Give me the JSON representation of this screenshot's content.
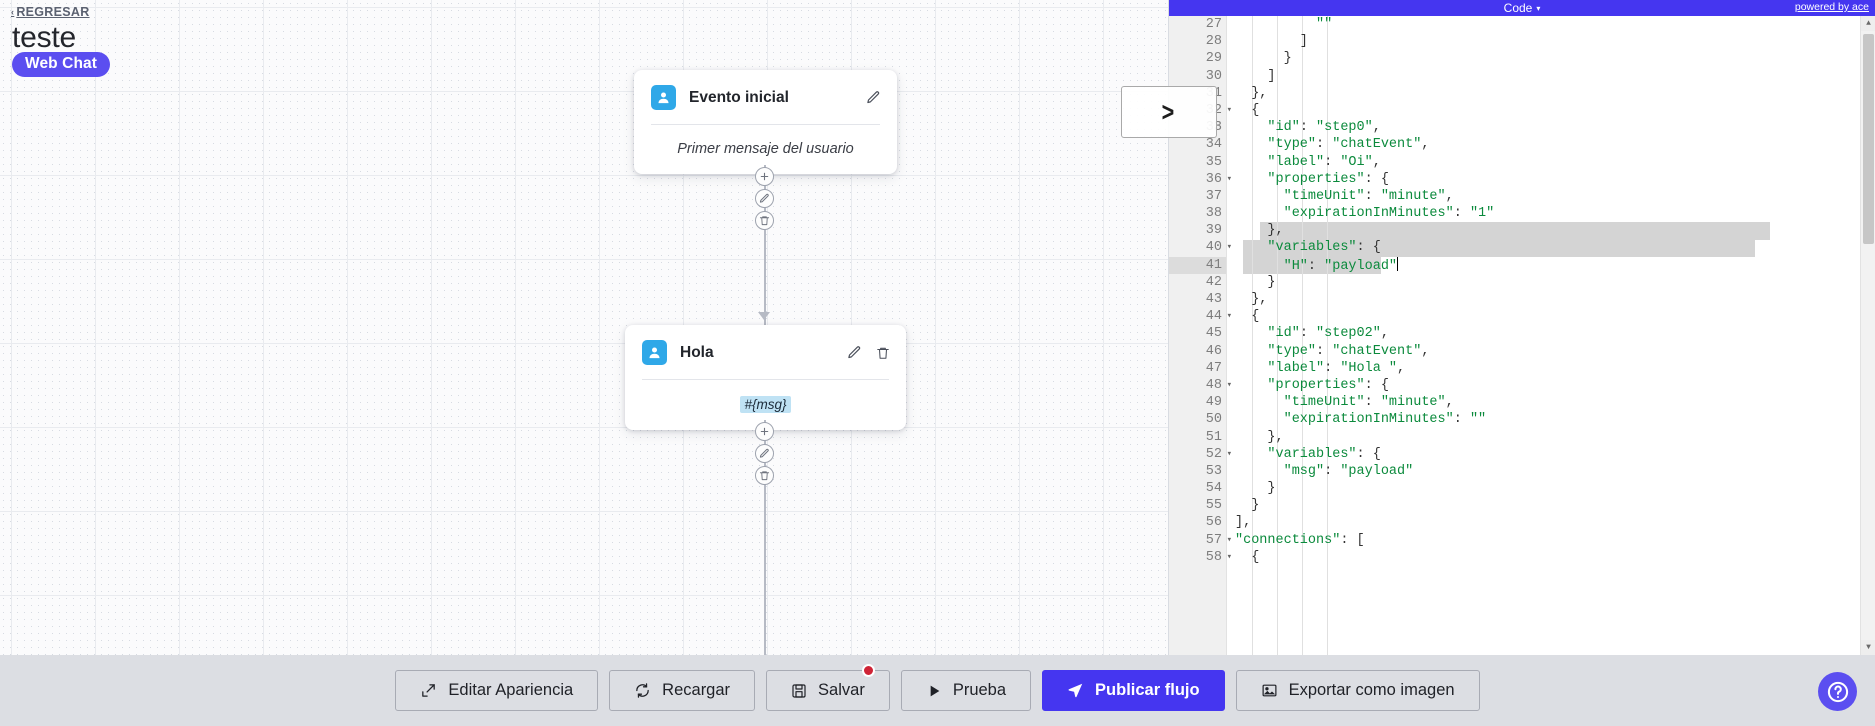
{
  "header": {
    "back_label": "REGRESAR",
    "back_caret": "‹",
    "flow_title": "teste",
    "channel_badge": "Web Chat"
  },
  "canvas": {
    "nodes": [
      {
        "icon": "user-avatar-icon",
        "title": "Evento inicial",
        "body": "Primer mensaje del usuario",
        "body_is_placeholder": true,
        "has_edit": true,
        "has_delete": false
      },
      {
        "icon": "user-avatar-icon",
        "title": "Hola",
        "body": "#{msg}",
        "body_is_placeholder": false,
        "has_edit": true,
        "has_delete": true
      }
    ],
    "edge_tools": [
      "add-step-icon",
      "edit-connection-icon",
      "delete-connection-icon"
    ]
  },
  "code_panel": {
    "title": "Code",
    "title_caret": "▾",
    "powered_by": "powered by ace",
    "first_line_number": 27,
    "lines": [
      {
        "n": 27,
        "text": "          \"\"",
        "fold": false,
        "sel": false
      },
      {
        "n": 28,
        "text": "        ]",
        "fold": false,
        "sel": false
      },
      {
        "n": 29,
        "text": "      }",
        "fold": false,
        "sel": false
      },
      {
        "n": 30,
        "text": "    ]",
        "fold": false,
        "sel": false
      },
      {
        "n": 31,
        "text": "  },",
        "fold": false,
        "sel": false
      },
      {
        "n": 32,
        "text": "  {",
        "fold": true,
        "sel": false
      },
      {
        "n": 33,
        "text": "    \"id\": \"step0\",",
        "fold": false,
        "sel": false
      },
      {
        "n": 34,
        "text": "    \"type\": \"chatEvent\",",
        "fold": false,
        "sel": false
      },
      {
        "n": 35,
        "text": "    \"label\": \"Oi\",",
        "fold": false,
        "sel": false
      },
      {
        "n": 36,
        "text": "    \"properties\": {",
        "fold": true,
        "sel": false
      },
      {
        "n": 37,
        "text": "      \"timeUnit\": \"minute\",",
        "fold": false,
        "sel": false
      },
      {
        "n": 38,
        "text": "      \"expirationInMinutes\": \"1\"",
        "fold": false,
        "sel": false
      },
      {
        "n": 39,
        "text": "    },",
        "fold": false,
        "sel": true
      },
      {
        "n": 40,
        "text": "    \"variables\": {",
        "fold": true,
        "sel": true
      },
      {
        "n": 41,
        "text": "      \"H\": \"payload\"",
        "fold": false,
        "sel": true,
        "caret": true
      },
      {
        "n": 42,
        "text": "    }",
        "fold": false,
        "sel": false
      },
      {
        "n": 43,
        "text": "  },",
        "fold": false,
        "sel": false
      },
      {
        "n": 44,
        "text": "  {",
        "fold": true,
        "sel": false
      },
      {
        "n": 45,
        "text": "    \"id\": \"step02\",",
        "fold": false,
        "sel": false
      },
      {
        "n": 46,
        "text": "    \"type\": \"chatEvent\",",
        "fold": false,
        "sel": false
      },
      {
        "n": 47,
        "text": "    \"label\": \"Hola \",",
        "fold": false,
        "sel": false
      },
      {
        "n": 48,
        "text": "    \"properties\": {",
        "fold": true,
        "sel": false
      },
      {
        "n": 49,
        "text": "      \"timeUnit\": \"minute\",",
        "fold": false,
        "sel": false
      },
      {
        "n": 50,
        "text": "      \"expirationInMinutes\": \"\"",
        "fold": false,
        "sel": false
      },
      {
        "n": 51,
        "text": "    },",
        "fold": false,
        "sel": false
      },
      {
        "n": 52,
        "text": "    \"variables\": {",
        "fold": true,
        "sel": false
      },
      {
        "n": 53,
        "text": "      \"msg\": \"payload\"",
        "fold": false,
        "sel": false
      },
      {
        "n": 54,
        "text": "    }",
        "fold": false,
        "sel": false
      },
      {
        "n": 55,
        "text": "  }",
        "fold": false,
        "sel": false
      },
      {
        "n": 56,
        "text": "],",
        "fold": false,
        "sel": false
      },
      {
        "n": 57,
        "text": "\"connections\": [",
        "fold": true,
        "sel": false
      },
      {
        "n": 58,
        "text": "  {",
        "fold": true,
        "sel": false
      }
    ],
    "scroll_up_arrow": "▲",
    "scroll_down_arrow": "▼"
  },
  "toolbar": {
    "buttons": [
      {
        "label": "Editar Apariencia",
        "icon": "pencil-square-icon",
        "primary": false,
        "badge": false
      },
      {
        "label": "Recargar",
        "icon": "refresh-icon",
        "primary": false,
        "badge": false
      },
      {
        "label": "Salvar",
        "icon": "save-disk-icon",
        "primary": false,
        "badge": true
      },
      {
        "label": "Prueba",
        "icon": "play-icon",
        "primary": false,
        "badge": false
      },
      {
        "label": "Publicar flujo",
        "icon": "rocket-send-icon",
        "primary": true,
        "badge": false
      },
      {
        "label": "Exportar como imagen",
        "icon": "image-icon",
        "primary": false,
        "badge": false
      }
    ],
    "help_label": "?"
  },
  "colors": {
    "brand_indigo": "#4536f0",
    "badge_violet": "#5b4ef0",
    "node_avatar_blue": "#2fa8e8",
    "chip_blue": "#bfe2f4",
    "alert_red": "#cf2336",
    "toolbar_bg": "#dcdee3"
  }
}
